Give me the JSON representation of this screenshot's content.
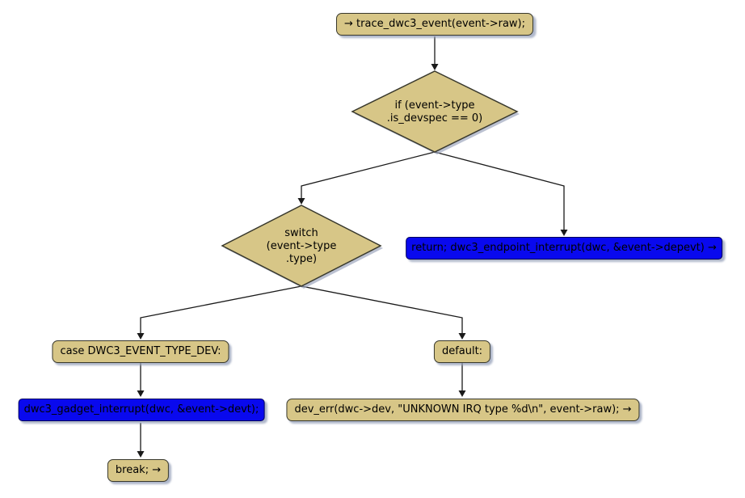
{
  "diagram": {
    "type": "activity-flowchart",
    "colors": {
      "node_fill": "#D7C687",
      "node_border": "#38382c",
      "highlight_fill": "#0909EE",
      "highlight_border": "#00005a",
      "edge": "#1a1a1a",
      "shadow": "#96A0B9",
      "background": "#FFFFFF",
      "text": "#000000"
    },
    "nodes": {
      "start": {
        "label": "→ trace_dwc3_event(event->raw);"
      },
      "if_cond": {
        "label": "if (event->type\n.is_devspec == 0)"
      },
      "switch_cond": {
        "label": "switch\n(event->type\n.type)"
      },
      "return_endpoint": {
        "label": "return; dwc3_endpoint_interrupt(dwc, &event->depevt) →"
      },
      "case_dev": {
        "label": "case DWC3_EVENT_TYPE_DEV:"
      },
      "gadget_interrupt": {
        "label": "dwc3_gadget_interrupt(dwc, &event->devt);"
      },
      "break_stmt": {
        "label": "break; →"
      },
      "default_case": {
        "label": "default:"
      },
      "dev_err": {
        "label": "dev_err(dwc->dev, \"UNKNOWN IRQ type %d\\n\", event->raw); →"
      }
    },
    "edges": [
      {
        "from": "start",
        "to": "if_cond"
      },
      {
        "from": "if_cond",
        "to": "switch_cond"
      },
      {
        "from": "if_cond",
        "to": "return_endpoint"
      },
      {
        "from": "switch_cond",
        "to": "case_dev"
      },
      {
        "from": "switch_cond",
        "to": "default_case"
      },
      {
        "from": "case_dev",
        "to": "gadget_interrupt"
      },
      {
        "from": "gadget_interrupt",
        "to": "break_stmt"
      },
      {
        "from": "default_case",
        "to": "dev_err"
      }
    ]
  }
}
